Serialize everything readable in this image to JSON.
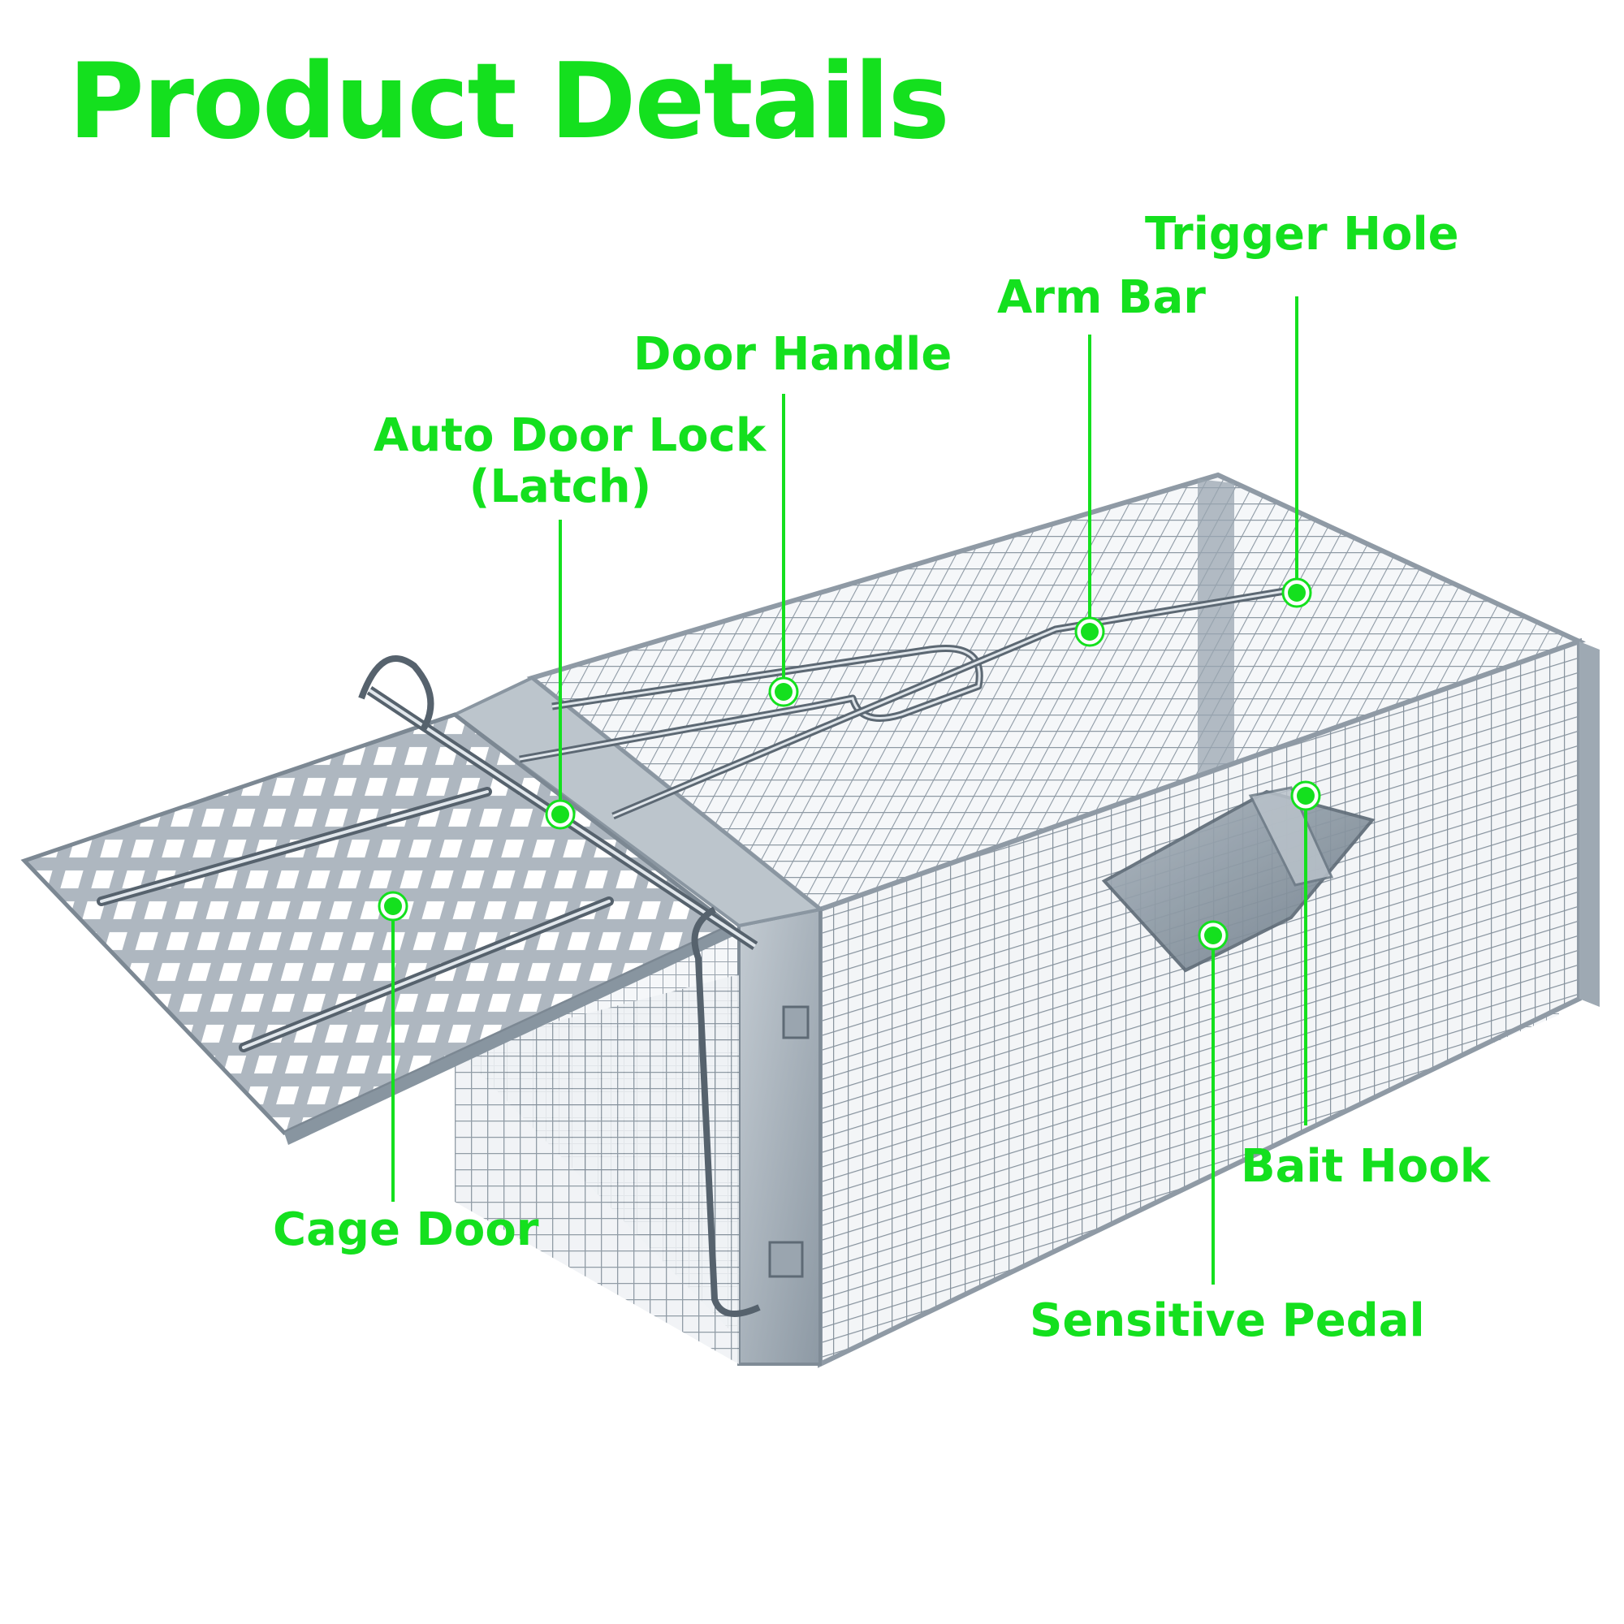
{
  "title": "Product Details",
  "accent_color": "#14e01e",
  "callouts": [
    {
      "id": "trigger-hole",
      "label": "Trigger Hole"
    },
    {
      "id": "arm-bar",
      "label": "Arm Bar"
    },
    {
      "id": "door-handle",
      "label": "Door Handle"
    },
    {
      "id": "auto-door-lock",
      "label_line1": "Auto Door Lock",
      "label_line2": "(Latch)"
    },
    {
      "id": "cage-door",
      "label": "Cage Door"
    },
    {
      "id": "bait-hook",
      "label": "Bait Hook"
    },
    {
      "id": "sensitive-pedal",
      "label": "Sensitive Pedal"
    }
  ]
}
